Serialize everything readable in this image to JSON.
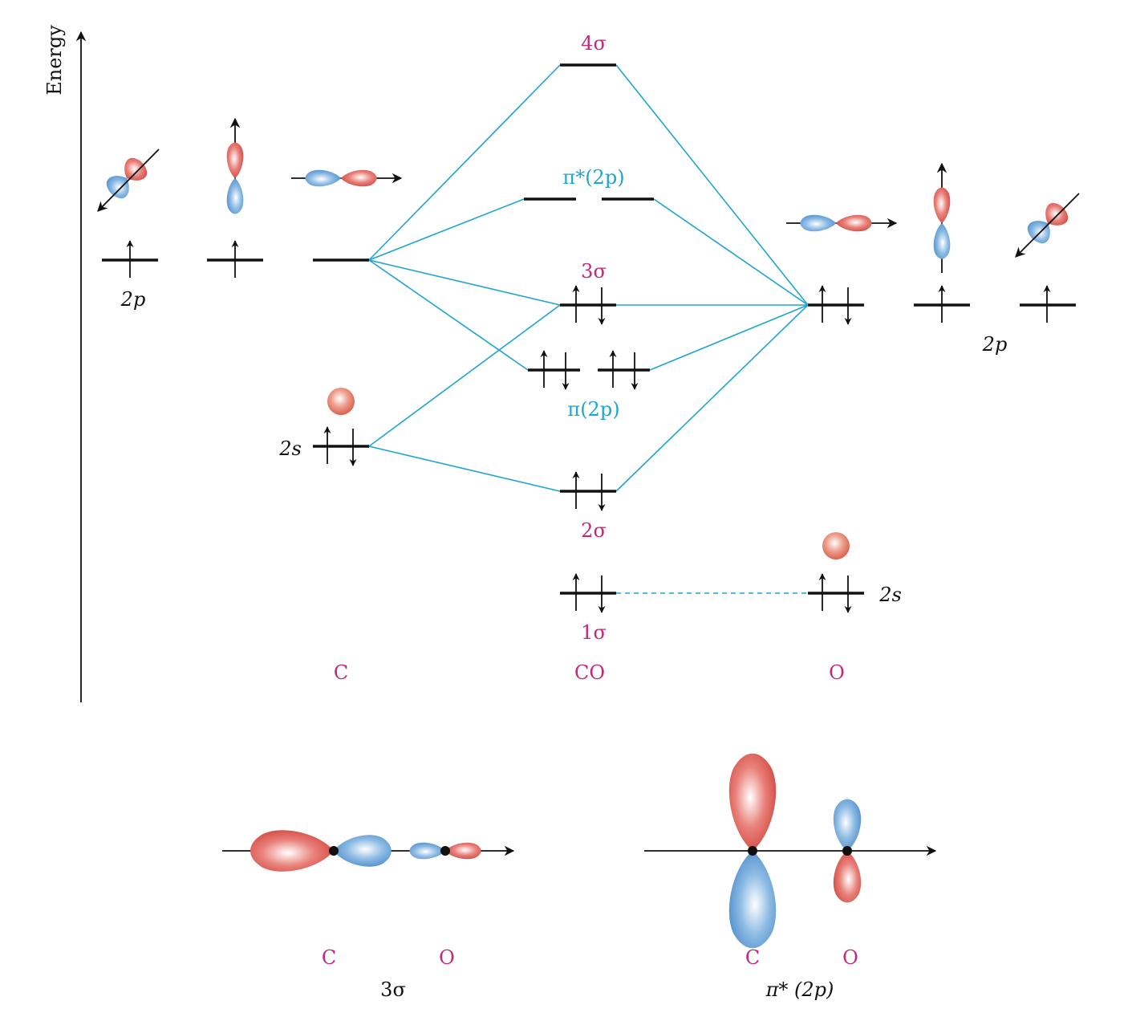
{
  "axis": {
    "label": "Energy"
  },
  "colors": {
    "label": "#c2297a",
    "correlation": "#1ea5cf",
    "lobe_red": "#d8453a",
    "lobe_blue": "#4f8fcc"
  },
  "columns": {
    "left": "C",
    "center": "CO",
    "right": "O"
  },
  "atom_c": {
    "p_label": "2p",
    "s_label": "2s"
  },
  "atom_o": {
    "p_label": "2p",
    "s_label": "2s"
  },
  "mo": {
    "s4": "4σ",
    "pistar": "π*(2p)",
    "s3": "3σ",
    "pi": "π(2p)",
    "s2": "2σ",
    "s1": "1σ"
  },
  "bottom": {
    "left": {
      "c": "C",
      "o": "O",
      "caption": "3σ"
    },
    "right": {
      "c": "C",
      "o": "O",
      "caption": "π* (2p)"
    }
  }
}
